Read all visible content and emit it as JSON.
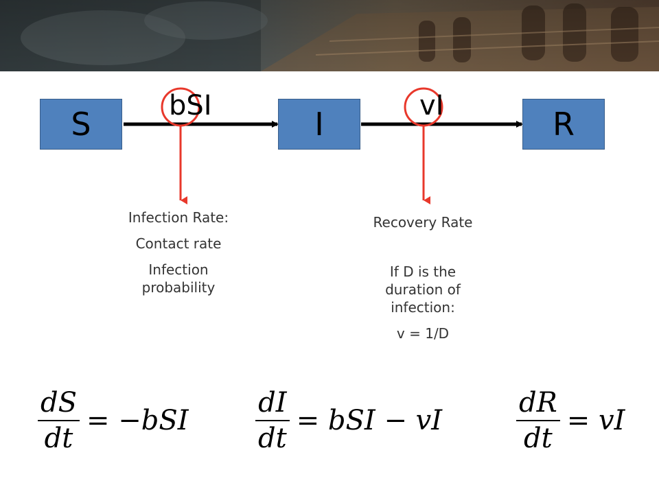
{
  "diagram": {
    "compartments": [
      {
        "id": "S",
        "label": "S"
      },
      {
        "id": "I",
        "label": "I"
      },
      {
        "id": "R",
        "label": "R"
      }
    ],
    "transitions": [
      {
        "label": "bSI",
        "from": "S",
        "to": "I"
      },
      {
        "label": "vI",
        "from": "I",
        "to": "R"
      }
    ],
    "colors": {
      "box_fill": "#4f81bd",
      "highlight": "#e8382b",
      "arrow": "#000000"
    }
  },
  "infection_notes": {
    "title": "Infection Rate:",
    "line2": "Contact rate",
    "line3": "Infection probability"
  },
  "recovery_notes": {
    "title": "Recovery Rate",
    "line2": "If D is the duration of infection:",
    "line3": "v = 1/D"
  },
  "equations": [
    {
      "numerator": "dS",
      "denominator": "dt",
      "rhs": "= −bSI"
    },
    {
      "numerator": "dI",
      "denominator": "dt",
      "rhs": "= bSI − vI"
    },
    {
      "numerator": "dR",
      "denominator": "dt",
      "rhs": "= vI"
    }
  ]
}
